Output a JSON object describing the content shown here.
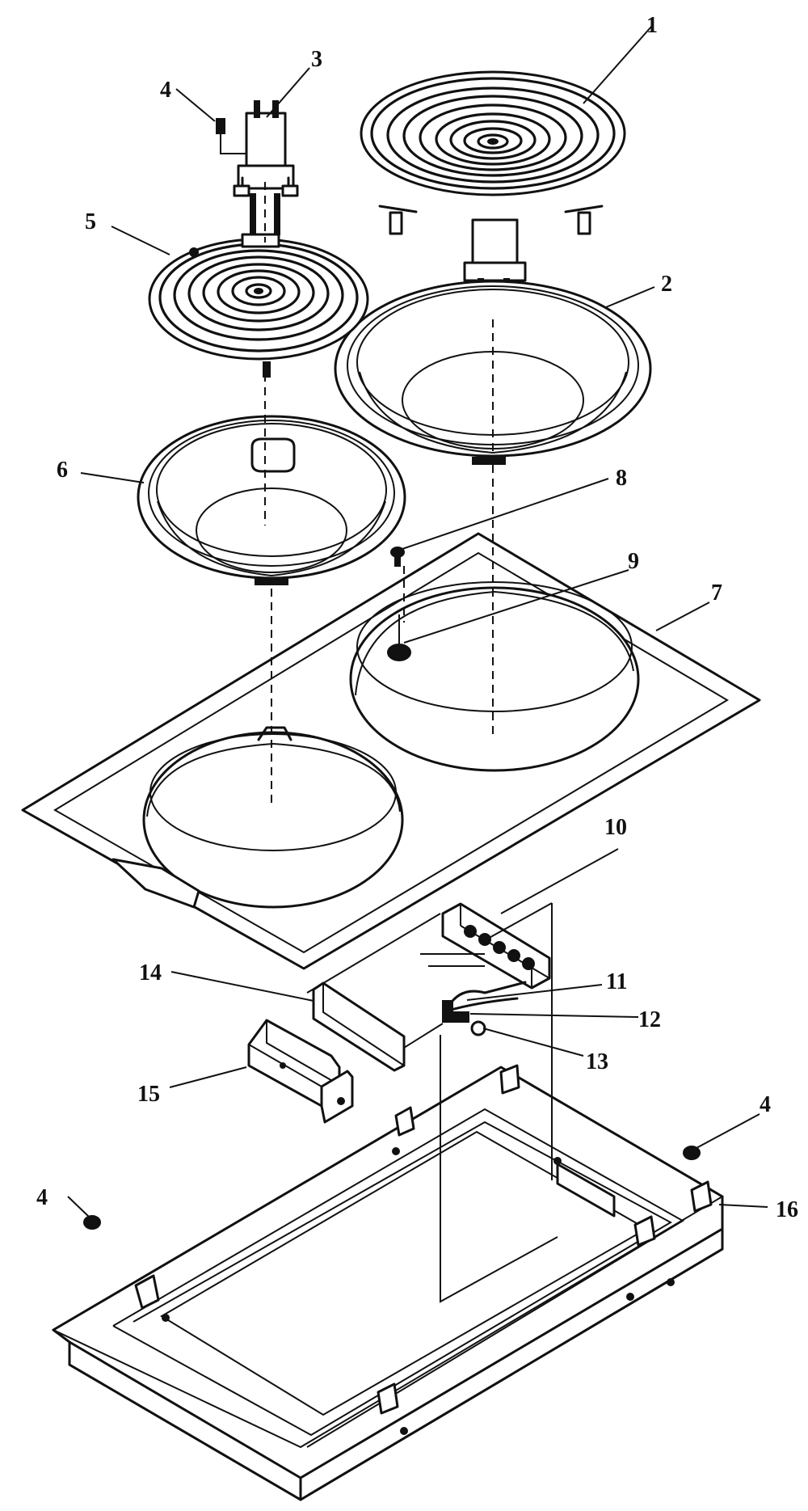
{
  "callouts": {
    "c1": "1",
    "c2": "2",
    "c3": "3",
    "c4_top": "4",
    "c5": "5",
    "c6": "6",
    "c7": "7",
    "c8": "8",
    "c9": "9",
    "c10": "10",
    "c11": "11",
    "c12": "12",
    "c13": "13",
    "c14": "14",
    "c15": "15",
    "c4_right": "4",
    "c16": "16",
    "c4_left": "4"
  },
  "colors": {
    "ink": "#111111",
    "paper": "#ffffff"
  }
}
